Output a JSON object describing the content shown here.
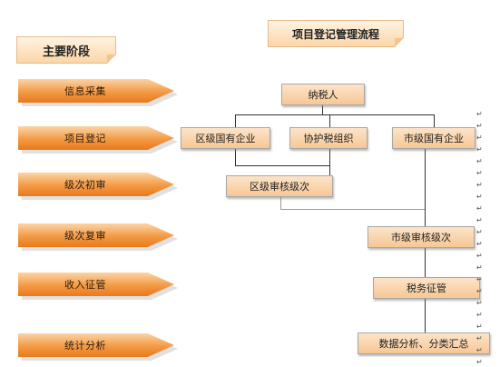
{
  "header": {
    "flow_title": "项目登记管理流程",
    "stages_title": "主要阶段"
  },
  "stages": [
    {
      "label": "信息采集"
    },
    {
      "label": "项目登记"
    },
    {
      "label": "级次初审"
    },
    {
      "label": "级次复审"
    },
    {
      "label": "收入征管"
    },
    {
      "label": "统计分析"
    }
  ],
  "flow": {
    "taxpayer": "纳税人",
    "district_soe": "区级国有企业",
    "tax_assist_org": "协护税组织",
    "city_soe": "市级国有企业",
    "district_review": "区级审核级次",
    "city_review": "市级审核级次",
    "tax_collection": "税务征管",
    "data_analysis": "数据分析、分类汇总"
  },
  "paragraph_mark": "↵",
  "colors": {
    "arrow_orange": "#f39a45",
    "box_fill": "#f6c795",
    "card_fill": "#fbd7a8"
  }
}
